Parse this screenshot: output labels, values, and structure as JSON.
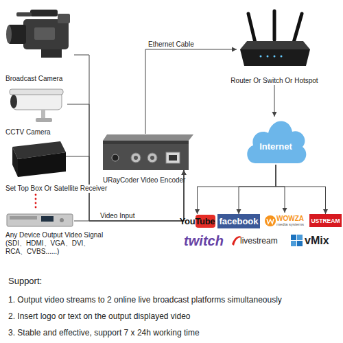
{
  "diagram": {
    "nodes": [
      {
        "text": [
          "Broadcast Camera"
        ]
      },
      {
        "text": [
          "CCTV Camera"
        ]
      },
      {
        "text": [
          "Set Top Box Or Satellite Receiver"
        ]
      },
      {
        "text": [
          "Any Device Output Video Signal (SDI、HDMI、VGA、DVI、RCA、CVBS......)"
        ]
      },
      {
        "text": [
          "URayCoder Video Encoder"
        ]
      },
      {
        "text": [
          "Router Or Switch Or Hotspot"
        ]
      },
      {
        "text": [
          "Internet"
        ]
      },
      {
        "text": [
          "YouTube"
        ]
      },
      {
        "text": [
          "facebook"
        ]
      },
      {
        "text": [
          "WOWZA",
          "media systems"
        ]
      },
      {
        "text": [
          "USTREAM"
        ]
      },
      {
        "text": [
          "twitch"
        ]
      },
      {
        "text": [
          "livestream"
        ]
      },
      {
        "text": [
          "vMix"
        ]
      }
    ],
    "edges": [
      {
        "from": 0,
        "to": 4,
        "arrow": "to"
      },
      {
        "from": 1,
        "to": 4,
        "arrow": "to"
      },
      {
        "from": 2,
        "to": 4,
        "arrow": "to"
      },
      {
        "from": 3,
        "to": 4,
        "label": "Video Input",
        "arrow": "to"
      },
      {
        "from": 4,
        "to": 5,
        "label": "Ethernet Cable",
        "arrow": "to"
      },
      {
        "from": 5,
        "to": 6,
        "arrow": "to"
      },
      {
        "from": 6,
        "to": 7,
        "arrow": "to"
      },
      {
        "from": 6,
        "to": 8,
        "arrow": "to"
      },
      {
        "from": 6,
        "to": 9,
        "arrow": "to"
      },
      {
        "from": 6,
        "to": 10,
        "arrow": "to"
      }
    ],
    "labels": [
      "Support:",
      "1. Output video streams to 2 online live broadcast platforms simultaneously",
      "2. Insert logo or text on the output displayed video",
      "3. Stable and effective, support 7 x 24h working time"
    ]
  }
}
